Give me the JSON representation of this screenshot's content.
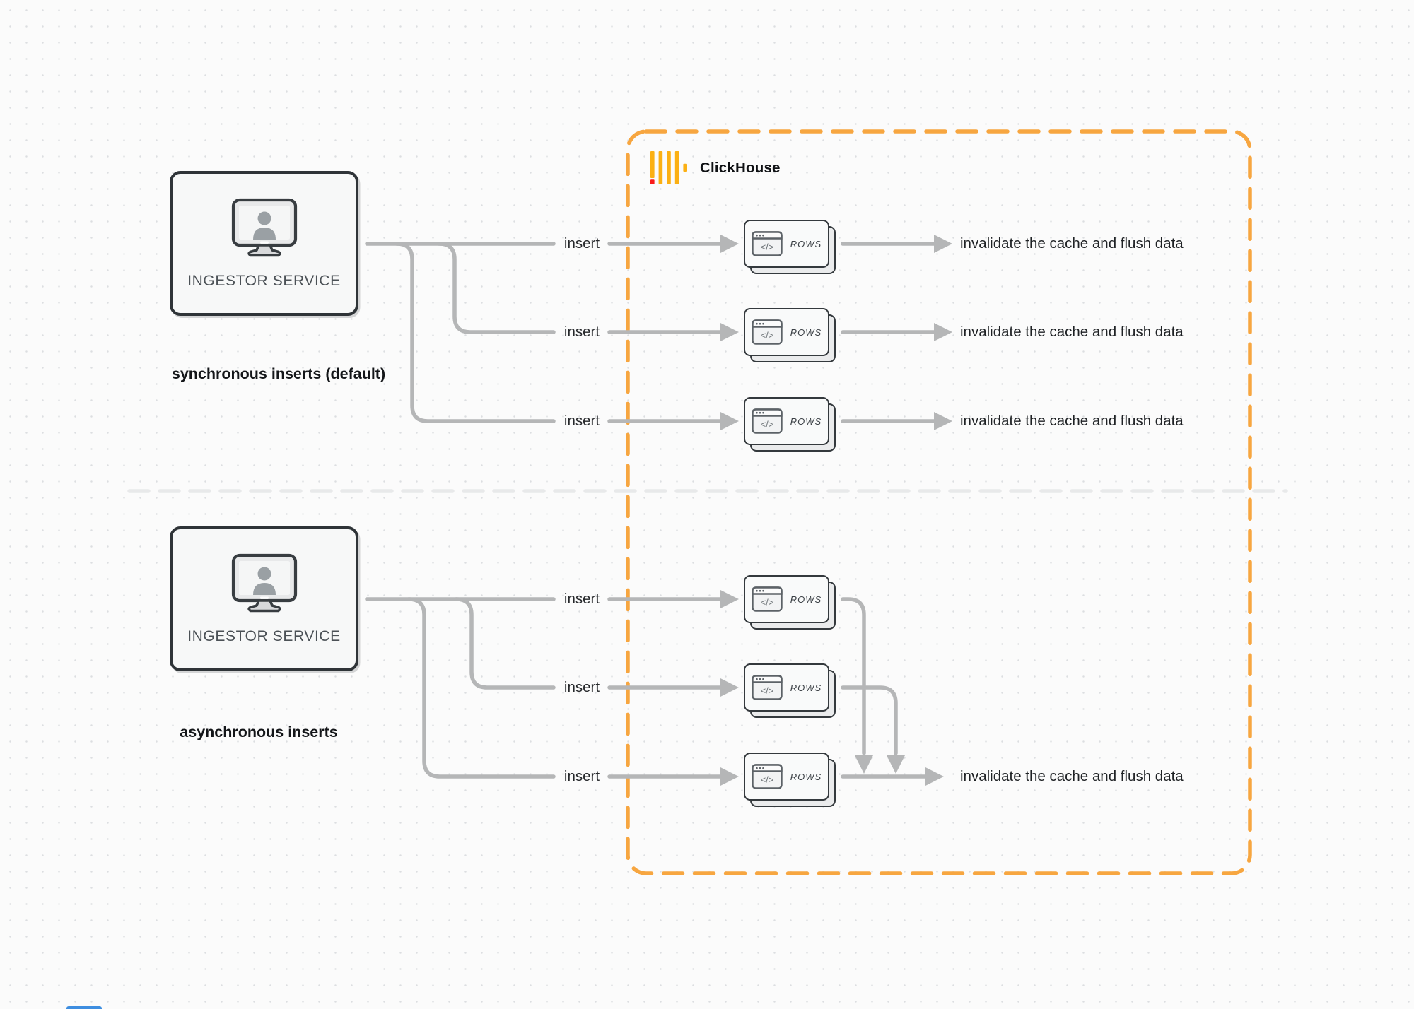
{
  "clickhouse": {
    "label": "ClickHouse"
  },
  "sync": {
    "service_label": "INGESTOR SERVICE",
    "caption": "synchronous inserts (default)",
    "rows": [
      {
        "insert": "insert",
        "card": "ROWS",
        "result": "invalidate the cache and flush data"
      },
      {
        "insert": "insert",
        "card": "ROWS",
        "result": "invalidate the cache and flush data"
      },
      {
        "insert": "insert",
        "card": "ROWS",
        "result": "invalidate the cache and flush data"
      }
    ]
  },
  "async": {
    "service_label": "INGESTOR SERVICE",
    "caption": "asynchronous inserts",
    "rows": [
      {
        "insert": "insert",
        "card": "ROWS"
      },
      {
        "insert": "insert",
        "card": "ROWS"
      },
      {
        "insert": "insert",
        "card": "ROWS",
        "result": "invalidate the cache and flush data"
      }
    ]
  },
  "icons": {
    "code_glyph": "</>",
    "monitor_user_icon": "monitor with user silhouette",
    "clickhouse_logo": "yellow bars with red pixel"
  },
  "colors": {
    "boundary_orange": "#F7A640",
    "logo_yellow": "#FBB014",
    "logo_red": "#FA1B1B",
    "connector_gray": "#B5B6B7",
    "divider_gray": "#E8E9EA"
  }
}
